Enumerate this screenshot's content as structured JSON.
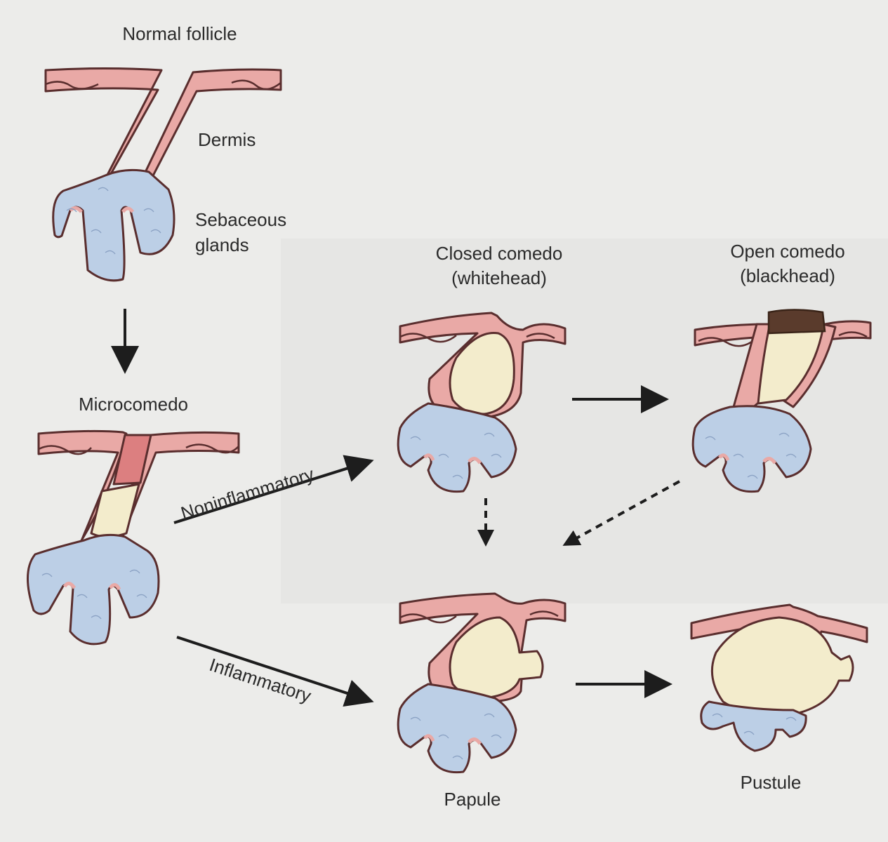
{
  "labels": {
    "normal_follicle": "Normal follicle",
    "dermis": "Dermis",
    "sebaceous_1": "Sebaceous",
    "sebaceous_2": "glands",
    "microcomedo": "Microcomedo",
    "closed_1": "Closed comedo",
    "closed_2": "(whitehead)",
    "open_1": "Open comedo",
    "open_2": "(blackhead)",
    "noninflammatory": "Noninflammatory",
    "inflammatory": "Inflammatory",
    "papule": "Papule",
    "pustule": "Pustule"
  },
  "colors": {
    "background": "#ececea",
    "skin": "#e9a9a6",
    "gland": "#bccfe6",
    "sebum": "#f3eccc",
    "plug": "#5a3b2c",
    "outline": "#5a2e2e",
    "arrow": "#1d1d1d"
  }
}
